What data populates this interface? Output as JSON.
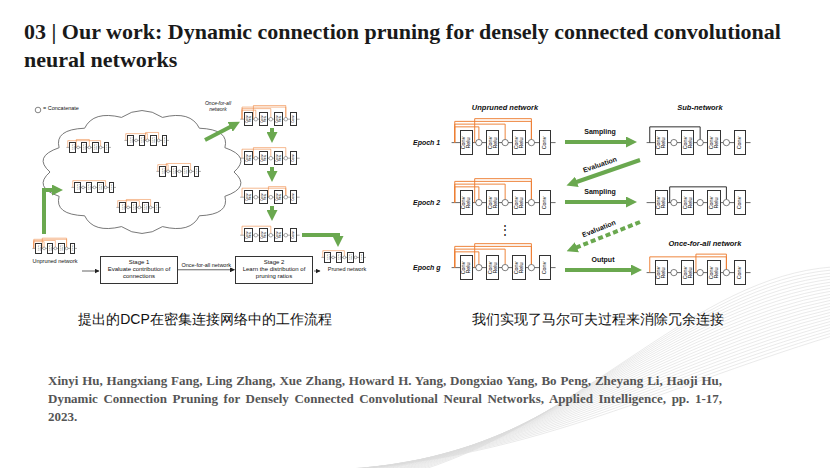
{
  "diagram": {
    "title": "03 | Our work: Dynamic connection pruning for densely connected convolutional neural networks",
    "nodes": [
      {
        "text": [
          "Conv Relu"
        ]
      },
      {
        "text": [
          "Conv Relu"
        ]
      },
      {
        "text": [
          "Conv Relu"
        ]
      },
      {
        "text": [
          "Conv"
        ]
      },
      {
        "text": [
          "Conv Relu"
        ]
      },
      {
        "text": [
          "Conv Relu"
        ]
      },
      {
        "text": [
          "Conv Relu"
        ]
      },
      {
        "text": [
          "Conv"
        ]
      },
      {
        "text": [
          "Conv Relu"
        ]
      },
      {
        "text": [
          "Conv Relu"
        ]
      },
      {
        "text": [
          "Conv Relu"
        ]
      },
      {
        "text": [
          "Conv"
        ]
      },
      {
        "text": [
          "Conv Relu"
        ]
      },
      {
        "text": [
          "Conv Relu"
        ]
      },
      {
        "text": [
          "Conv Relu"
        ]
      },
      {
        "text": [
          "Conv"
        ]
      },
      {
        "text": [
          "Conv Relu"
        ]
      },
      {
        "text": [
          "Conv Relu"
        ]
      },
      {
        "text": [
          "Conv Relu"
        ]
      },
      {
        "text": [
          "Conv"
        ]
      },
      {
        "text": [
          "Conv Relu"
        ]
      },
      {
        "text": [
          "Conv Relu"
        ]
      },
      {
        "text": [
          "Conv Relu"
        ]
      },
      {
        "text": [
          "Conv"
        ]
      },
      {
        "text": [
          "Stage 1",
          "Evaluate contribution of connections"
        ]
      },
      {
        "text": [
          "Stage 2",
          "Learn the distribution of pruning ratios"
        ]
      },
      {
        "text": [
          "Conv Relu"
        ]
      },
      {
        "text": [
          "Conv Relu"
        ]
      },
      {
        "text": [
          "Conv Relu"
        ]
      },
      {
        "text": [
          "Conv"
        ]
      },
      {
        "text": [
          "Conv Relu"
        ]
      },
      {
        "text": [
          "Conv Relu"
        ]
      },
      {
        "text": [
          "Conv Relu"
        ]
      },
      {
        "text": [
          "Conv"
        ]
      },
      {
        "text": [
          "Conv Relu"
        ]
      },
      {
        "text": [
          "Conv Relu"
        ]
      },
      {
        "text": [
          "Conv Relu"
        ]
      },
      {
        "text": [
          "Conv"
        ]
      },
      {
        "text": [
          "Conv Relu"
        ]
      },
      {
        "text": [
          "Conv Relu"
        ]
      },
      {
        "text": [
          "Conv Relu"
        ]
      },
      {
        "text": [
          "Conv"
        ]
      },
      {
        "text": [
          "Conv Relu"
        ]
      },
      {
        "text": [
          "Conv Relu"
        ]
      },
      {
        "text": [
          "Conv Relu"
        ]
      },
      {
        "text": [
          "Conv"
        ]
      },
      {
        "text": [
          "Conv Relu"
        ]
      },
      {
        "text": [
          "Conv Relu"
        ]
      },
      {
        "text": [
          "Conv Relu"
        ]
      },
      {
        "text": [
          "Conv"
        ]
      },
      {
        "text": [
          "Conv Relu"
        ]
      },
      {
        "text": [
          "Conv Relu"
        ]
      },
      {
        "text": [
          "Conv Relu"
        ]
      },
      {
        "text": [
          "Conv"
        ]
      },
      {
        "text": [
          "Conv Relu"
        ]
      },
      {
        "text": [
          "Conv Relu"
        ]
      },
      {
        "text": [
          "Conv Relu"
        ]
      },
      {
        "text": [
          "Conv"
        ]
      },
      {
        "text": [
          "Conv Relu"
        ]
      },
      {
        "text": [
          "Conv Relu"
        ]
      },
      {
        "text": [
          "Conv Relu"
        ]
      },
      {
        "text": [
          "Conv"
        ]
      },
      {
        "text": [
          "Conv Relu"
        ]
      },
      {
        "text": [
          "Conv Relu"
        ]
      },
      {
        "text": [
          "Conv Relu"
        ]
      },
      {
        "text": [
          "Conv"
        ]
      },
      {
        "text": [
          "Conv Relu"
        ]
      },
      {
        "text": [
          "Conv Relu"
        ]
      },
      {
        "text": [
          "Conv Relu"
        ]
      },
      {
        "text": [
          "Conv"
        ]
      }
    ],
    "edges": [
      {
        "from": 24,
        "to": 25,
        "arrow": "to",
        "label": "Once-for-all network"
      }
    ],
    "labels": [
      "Once-for-all network",
      "Unpruned network",
      "Pruned network",
      "Unpruned network",
      "Sub-network",
      "Epoch 1",
      "Sampling",
      "Evaluation",
      "Epoch 2",
      "Sampling",
      "⋮",
      "Evaluation",
      "Epoch g",
      "Output",
      "Once-for-all network",
      "提出的DCP在密集连接网络中的工作流程",
      "我们实现了马尔可夫过程来消除冗余连接",
      "Xinyi Hu, Hangxiang Fang, Ling Zhang, Xue Zhang, Howard H. Yang, Dongxiao Yang, Bo Peng, Zheyang Li, Haoji Hu, Dynamic Connection Pruning for Densely Connected Convolutional Neural Networks, Applied Intelligence, pp. 1-17, 2023."
    ],
    "legend": [
      {
        "text": "= Concatenate"
      }
    ]
  }
}
